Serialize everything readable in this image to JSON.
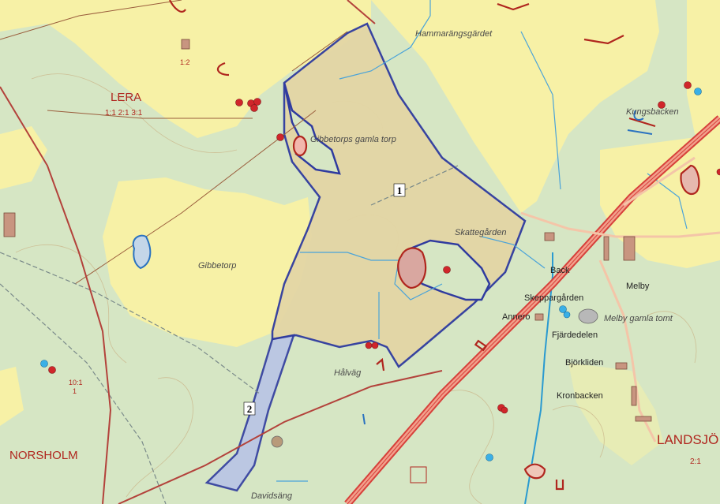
{
  "map": {
    "header_text": "",
    "zones": [
      {
        "id": "1",
        "label": "1"
      },
      {
        "id": "2",
        "label": "2"
      }
    ],
    "areas_big": [
      {
        "name": "LERA",
        "ratios": "1:1  2:1  3:1"
      },
      {
        "name": "NORSHOLM",
        "ratios": ""
      },
      {
        "name": "LANDSJÖ",
        "ratios": "2:1"
      }
    ],
    "ratio_labels": [
      "1:2",
      "10:1",
      "1"
    ],
    "italic_places": [
      "Hammarängsgärdet",
      "Gibbetorps gamla torp",
      "Gibbetorp",
      "Skattegården",
      "Kungsbacken",
      "Melby gamla tomt",
      "Hålväg",
      "Davidsäng"
    ],
    "places": [
      "Back",
      "Melby",
      "Skeppargården",
      "Annero",
      "Fjärdedelen",
      "Björkliden",
      "Kronbacken"
    ]
  }
}
